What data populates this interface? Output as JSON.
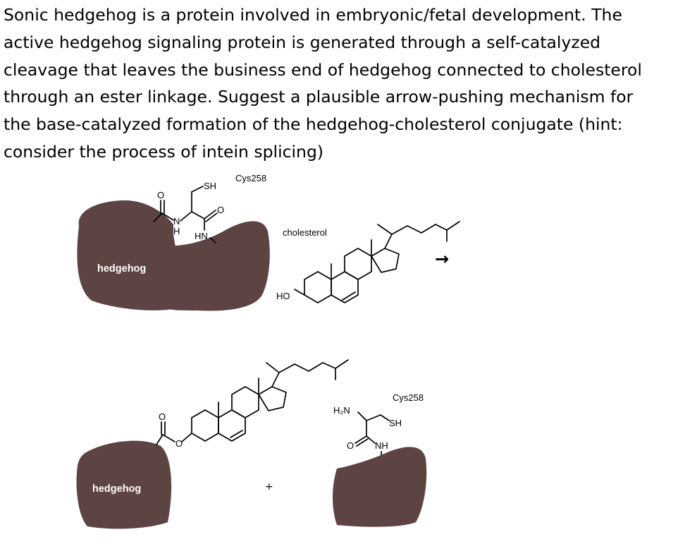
{
  "question": {
    "lines": [
      "Sonic hedgehog is a protein involved in embryonic/fetal development. The",
      "active hedgehog signaling protein is generated through a self-catalyzed",
      "cleavage that leaves the business end of hedgehog connected to cholesterol",
      "through an ester linkage. Suggest a plausible arrow-pushing mechanism for",
      "the base-catalyzed formation of the hedgehog-cholesterol conjugate (hint:",
      "consider the process of intein splicing)"
    ]
  },
  "reactants": {
    "protein_label": "hedgehog",
    "thiol_label": "SH",
    "residue_label": "Cys258",
    "backbone_nh_label": "HN",
    "amide_n_label": "N",
    "amide_h_label": "H",
    "carbonyl_o_label": "O",
    "carbonyl_o2_label": "O",
    "cholesterol_label": "cholesterol",
    "hydroxyl_label": "HO"
  },
  "reaction_arrow": "→",
  "products": {
    "protein_label": "hedgehog",
    "ester_o_label": "O",
    "ester_carbonyl_label": "O",
    "plus_sign": "+",
    "amine_label": "H₂N",
    "residue_label": "Cys258",
    "thiol_label": "SH",
    "carbonyl_o_label": "O",
    "nh_label": "NH"
  },
  "colors": {
    "protein_fill": "#5e4343",
    "protein_label": "#ffffff",
    "text": "#000000",
    "background": "#ffffff"
  }
}
